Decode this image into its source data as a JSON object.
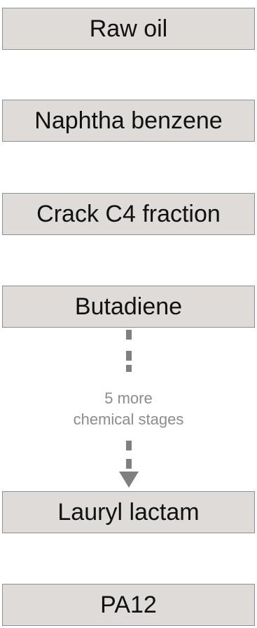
{
  "steps": [
    {
      "label": "Raw oil"
    },
    {
      "label": "Naphtha benzene"
    },
    {
      "label": "Crack C4 fraction"
    },
    {
      "label": "Butadiene"
    },
    {
      "label": "Lauryl lactam"
    },
    {
      "label": "PA12"
    }
  ],
  "connector_note": {
    "line1": "5 more",
    "line2": "chemical stages"
  },
  "colors": {
    "box_fill": "#dedbd9",
    "box_border": "#8f8f8f",
    "arrow": "#7f7f7f",
    "note_text": "#8c8c8c"
  }
}
